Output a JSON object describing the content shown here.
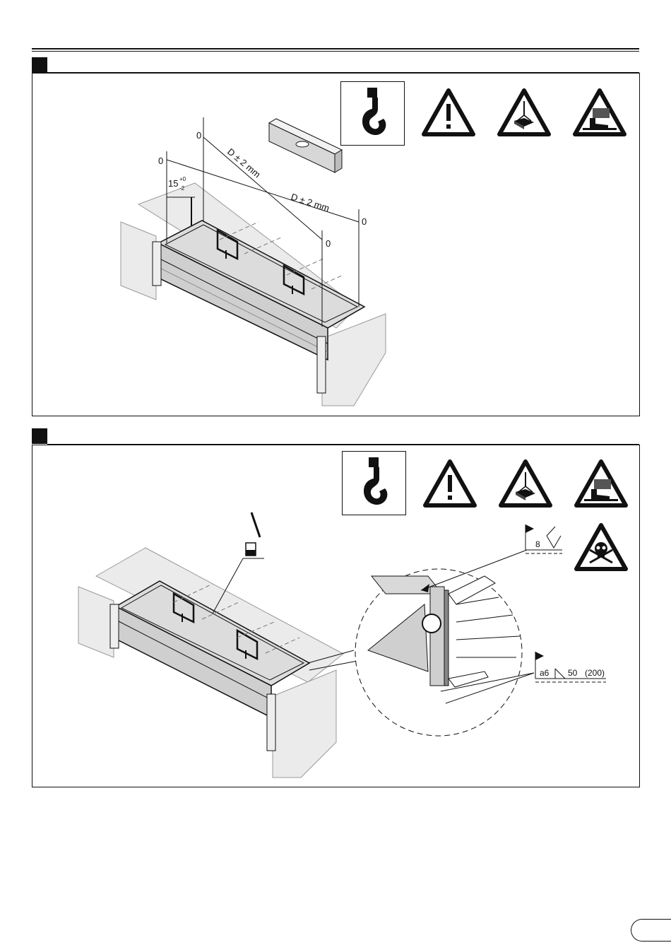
{
  "step1": {
    "dims": {
      "zero_a": "0",
      "zero_b": "0",
      "zero_c": "0",
      "zero_d": "0",
      "tolerance_main": "15",
      "tolerance_up": "+0",
      "tolerance_down": "-2",
      "diag_1": "D ± 2 mm",
      "diag_2": "D ± 2 mm"
    }
  },
  "step2": {
    "weld_top": {
      "size": "8"
    },
    "weld_bottom": {
      "spec": "a6",
      "length": "50",
      "pitch": "(200)"
    }
  },
  "icons": {
    "hook": "crane-hook-icon",
    "warning": "general-warning-icon",
    "suspended_load": "suspended-load-icon",
    "crush": "foot-crush-icon",
    "toxic": "toxic-skull-icon"
  },
  "colors": {
    "ink": "#111111",
    "paper": "#ffffff",
    "metal": "#d9d9d9",
    "wall": "#ebebeb"
  }
}
